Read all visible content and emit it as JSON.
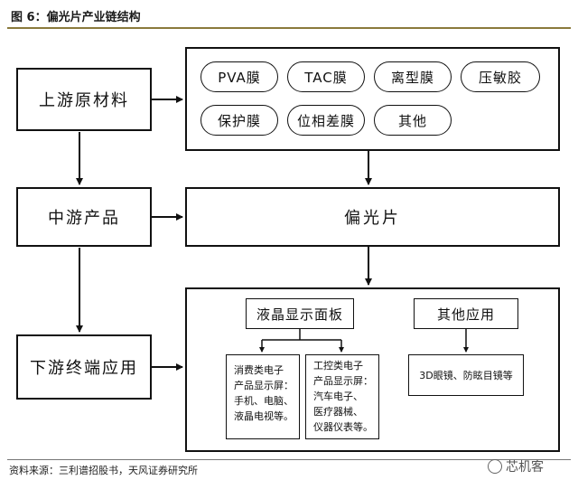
{
  "figure": {
    "title": "图 6：偏光片产业链结构"
  },
  "left": {
    "upstream": "上游原材料",
    "midstream": "中游产品",
    "downstream": "下游终端应用"
  },
  "materials": [
    "PVA膜",
    "TAC膜",
    "离型膜",
    "压敏胶",
    "保护膜",
    "位相差膜",
    "其他"
  ],
  "product": "偏光片",
  "applications": {
    "lcd_panel": "液晶显示面板",
    "other_apps": "其他应用",
    "consumer": [
      "消费类电子",
      "产品显示屏：",
      "手机、电脑、",
      "液晶电视等。"
    ],
    "industrial": [
      "工控类电子",
      "产品显示屏：",
      "汽车电子、",
      "医疗器械、",
      "仪器仪表等。"
    ],
    "other_detail": "3D眼镜、防眩目镜等"
  },
  "footer": {
    "source": "资料来源：三利谱招股书，天风证券研究所",
    "watermark": "芯机客"
  }
}
